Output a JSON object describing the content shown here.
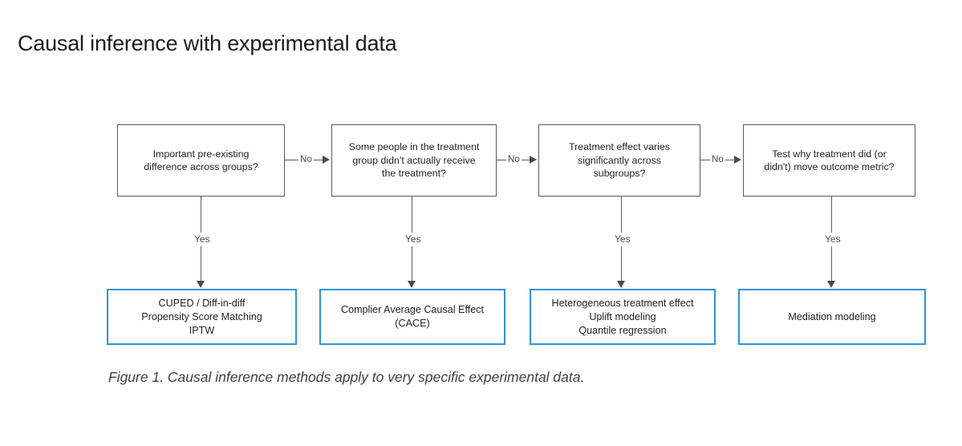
{
  "page": {
    "title": "Causal inference with experimental data",
    "caption": "Figure 1. Causal inference methods apply to very specific experimental data.",
    "background_color": "#ffffff"
  },
  "colors": {
    "decision_border": "#595959",
    "result_border": "#2e93d9",
    "connector": "#5d5d5d",
    "text": "#232323",
    "label_text": "#4d4d4d"
  },
  "flow": {
    "columns": [
      {
        "decision": {
          "lines": [
            "Important pre-existing",
            "difference across groups?"
          ],
          "no_label": "No",
          "yes_label": "Yes"
        },
        "result": {
          "lines": [
            "CUPED / Diff-in-diff",
            "Propensity Score Matching",
            "IPTW"
          ]
        }
      },
      {
        "decision": {
          "lines": [
            "Some people in the treatment",
            "group didn't actually receive",
            "the treatment?"
          ],
          "no_label": "No",
          "yes_label": "Yes"
        },
        "result": {
          "lines": [
            "Complier Average Causal Effect",
            "(CACE)"
          ]
        }
      },
      {
        "decision": {
          "lines": [
            "Treatment effect varies",
            "significantly across",
            "subgroups?"
          ],
          "no_label": "No",
          "yes_label": "Yes"
        },
        "result": {
          "lines": [
            "Heterogeneous treatment effect",
            "Uplift modeling",
            "Quantile regression"
          ]
        }
      },
      {
        "decision": {
          "lines": [
            "Test why treatment did (or",
            "didn't) move outcome metric?"
          ],
          "no_label": "",
          "yes_label": "Yes"
        },
        "result": {
          "lines": [
            "Mediation modeling"
          ]
        }
      }
    ]
  }
}
